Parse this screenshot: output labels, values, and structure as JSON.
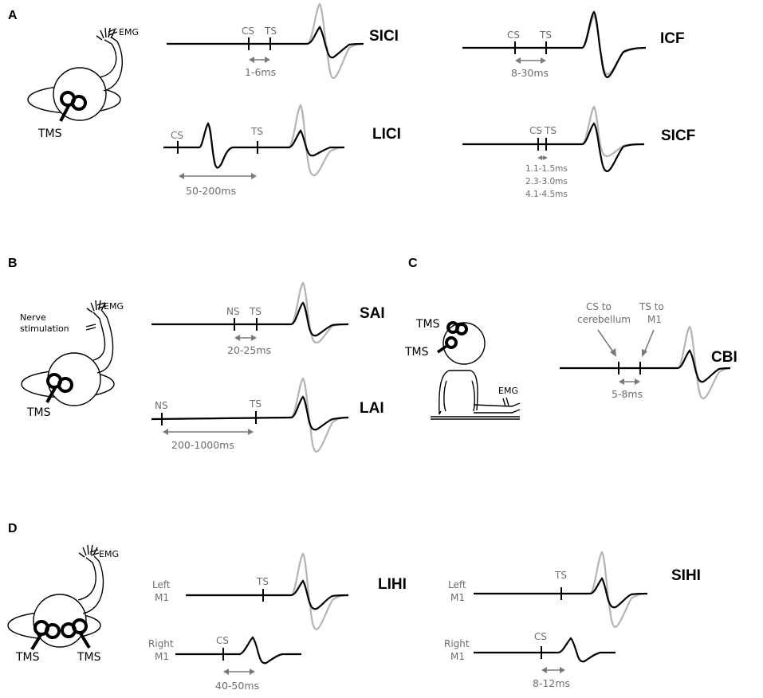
{
  "panels": {
    "A": {
      "letter": "A",
      "labels": {
        "emg": "EMG",
        "tms": "TMS"
      },
      "protocols": [
        {
          "name": "SICI",
          "markers": [
            "CS",
            "TS"
          ],
          "intervals": [
            "1-6ms"
          ]
        },
        {
          "name": "ICF",
          "markers": [
            "CS",
            "TS"
          ],
          "intervals": [
            "8-30ms"
          ]
        },
        {
          "name": "LICI",
          "markers": [
            "CS",
            "TS"
          ],
          "intervals": [
            "50-200ms"
          ]
        },
        {
          "name": "SICF",
          "markers": [
            "CS",
            "TS"
          ],
          "intervals": [
            "1.1-1.5ms",
            "2.3-3.0ms",
            "4.1-4.5ms"
          ]
        }
      ]
    },
    "B": {
      "letter": "B",
      "labels": {
        "emg": "EMG",
        "nerve": "Nerve stimulation",
        "tms": "TMS"
      },
      "protocols": [
        {
          "name": "SAI",
          "markers": [
            "NS",
            "TS"
          ],
          "intervals": [
            "20-25ms"
          ]
        },
        {
          "name": "LAI",
          "markers": [
            "NS",
            "TS"
          ],
          "intervals": [
            "200-1000ms"
          ]
        }
      ]
    },
    "C": {
      "letter": "C",
      "labels": {
        "tms1": "TMS",
        "tms2": "TMS",
        "emg": "EMG"
      },
      "protocol": {
        "name": "CBI",
        "markers": [
          "CS to cerebellum",
          "TS to M1"
        ],
        "intervals": [
          "5-8ms"
        ]
      }
    },
    "D": {
      "letter": "D",
      "labels": {
        "emg": "EMG",
        "tms_left": "TMS",
        "tms_right": "TMS"
      },
      "protocols": [
        {
          "name": "LIHI",
          "left_label": "Left M1",
          "right_label": "Right M1",
          "markers": [
            "TS",
            "CS"
          ],
          "intervals": [
            "40-50ms"
          ]
        },
        {
          "name": "SIHI",
          "left_label": "Left M1",
          "right_label": "Right M1",
          "markers": [
            "TS",
            "CS"
          ],
          "intervals": [
            "8-12ms"
          ]
        }
      ]
    }
  }
}
